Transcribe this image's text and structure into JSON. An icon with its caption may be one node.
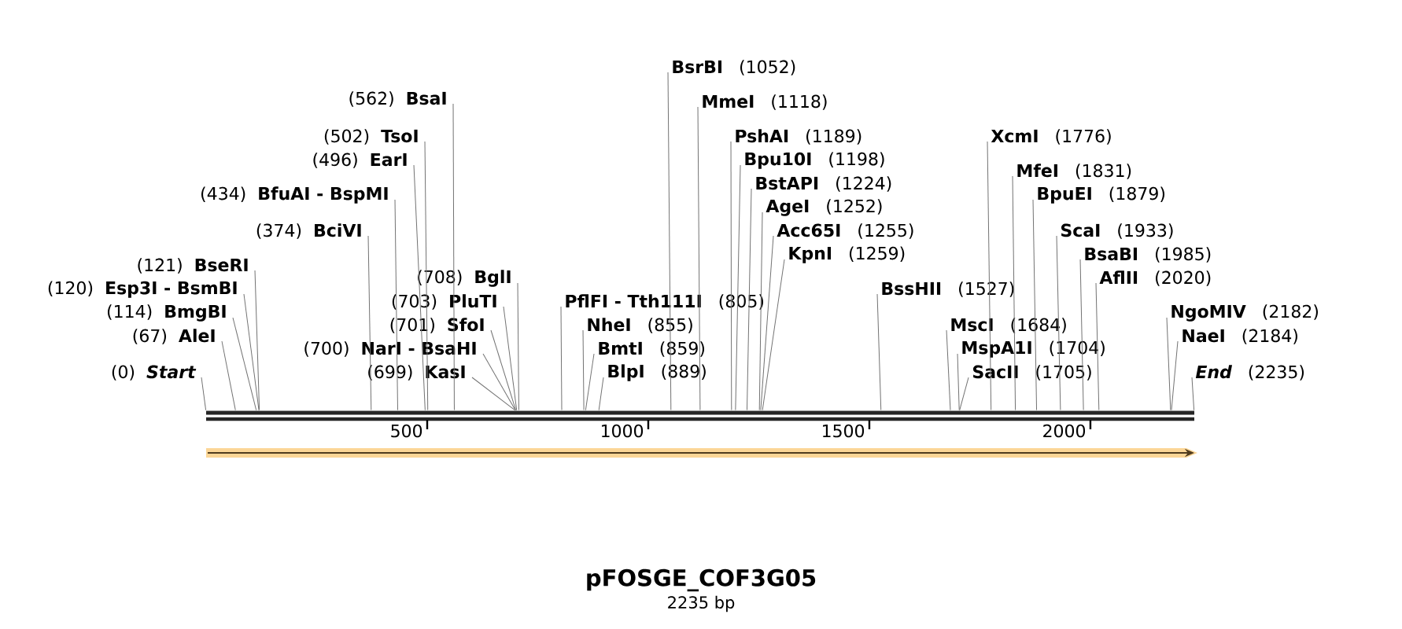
{
  "diagram": {
    "title": "pFOSGE_COF3G05",
    "caption": "2235 bp",
    "nodes": [
      {
        "text": [
          "Start"
        ],
        "beside": [
          "(0)"
        ]
      },
      {
        "text": [
          "AleI"
        ],
        "beside": [
          "(67)"
        ]
      },
      {
        "text": [
          "BmgBI"
        ],
        "beside": [
          "(114)"
        ]
      },
      {
        "text": [
          "Esp3I - BsmBI"
        ],
        "beside": [
          "(120)"
        ]
      },
      {
        "text": [
          "BseRI"
        ],
        "beside": [
          "(121)"
        ]
      },
      {
        "text": [
          "BciVI"
        ],
        "beside": [
          "(374)"
        ]
      },
      {
        "text": [
          "BfuAI - BspMI"
        ],
        "beside": [
          "(434)"
        ]
      },
      {
        "text": [
          "EarI"
        ],
        "beside": [
          "(496)"
        ]
      },
      {
        "text": [
          "TsoI"
        ],
        "beside": [
          "(502)"
        ]
      },
      {
        "text": [
          "BsaI"
        ],
        "beside": [
          "(562)"
        ]
      },
      {
        "text": [
          "KasI"
        ],
        "beside": [
          "(699)"
        ]
      },
      {
        "text": [
          "NarI - BsaHI"
        ],
        "beside": [
          "(700)"
        ]
      },
      {
        "text": [
          "SfoI"
        ],
        "beside": [
          "(701)"
        ]
      },
      {
        "text": [
          "PluTI"
        ],
        "beside": [
          "(703)"
        ]
      },
      {
        "text": [
          "BglI"
        ],
        "beside": [
          "(708)"
        ]
      },
      {
        "text": [
          "PflFI - Tth111I"
        ],
        "beside": [
          "(805)"
        ]
      },
      {
        "text": [
          "NheI"
        ],
        "beside": [
          "(855)"
        ]
      },
      {
        "text": [
          "BmtI"
        ],
        "beside": [
          "(859)"
        ]
      },
      {
        "text": [
          "BlpI"
        ],
        "beside": [
          "(889)"
        ]
      },
      {
        "text": [
          "BsrBI"
        ],
        "beside": [
          "(1052)"
        ]
      },
      {
        "text": [
          "MmeI"
        ],
        "beside": [
          "(1118)"
        ]
      },
      {
        "text": [
          "PshAI"
        ],
        "beside": [
          "(1189)"
        ]
      },
      {
        "text": [
          "Bpu10I"
        ],
        "beside": [
          "(1198)"
        ]
      },
      {
        "text": [
          "BstAPI"
        ],
        "beside": [
          "(1224)"
        ]
      },
      {
        "text": [
          "AgeI"
        ],
        "beside": [
          "(1252)"
        ]
      },
      {
        "text": [
          "Acc65I"
        ],
        "beside": [
          "(1255)"
        ]
      },
      {
        "text": [
          "KpnI"
        ],
        "beside": [
          "(1259)"
        ]
      },
      {
        "text": [
          "BssHII"
        ],
        "beside": [
          "(1527)"
        ]
      },
      {
        "text": [
          "MscI"
        ],
        "beside": [
          "(1684)"
        ]
      },
      {
        "text": [
          "MspA1I"
        ],
        "beside": [
          "(1704)"
        ]
      },
      {
        "text": [
          "SacII"
        ],
        "beside": [
          "(1705)"
        ]
      },
      {
        "text": [
          "XcmI"
        ],
        "beside": [
          "(1776)"
        ]
      },
      {
        "text": [
          "MfeI"
        ],
        "beside": [
          "(1831)"
        ]
      },
      {
        "text": [
          "BpuEI"
        ],
        "beside": [
          "(1879)"
        ]
      },
      {
        "text": [
          "ScaI"
        ],
        "beside": [
          "(1933)"
        ]
      },
      {
        "text": [
          "BsaBI"
        ],
        "beside": [
          "(1985)"
        ]
      },
      {
        "text": [
          "AflII"
        ],
        "beside": [
          "(2020)"
        ]
      },
      {
        "text": [
          "NgoMIV"
        ],
        "beside": [
          "(2182)"
        ]
      },
      {
        "text": [
          "NaeI"
        ],
        "beside": [
          "(2184)"
        ]
      },
      {
        "text": [
          "End"
        ],
        "beside": [
          "(2235)"
        ]
      },
      {
        "text": [],
        "shape": "bar"
      }
    ],
    "edges": [
      {
        "from": 0,
        "to": 40,
        "arrow": "none"
      },
      {
        "from": 1,
        "to": 40,
        "arrow": "none"
      },
      {
        "from": 2,
        "to": 40,
        "arrow": "none"
      },
      {
        "from": 3,
        "to": 40,
        "arrow": "none"
      },
      {
        "from": 4,
        "to": 40,
        "arrow": "none"
      },
      {
        "from": 5,
        "to": 40,
        "arrow": "none"
      },
      {
        "from": 6,
        "to": 40,
        "arrow": "none"
      },
      {
        "from": 7,
        "to": 40,
        "arrow": "none"
      },
      {
        "from": 8,
        "to": 40,
        "arrow": "none"
      },
      {
        "from": 9,
        "to": 40,
        "arrow": "none"
      },
      {
        "from": 10,
        "to": 40,
        "arrow": "none"
      },
      {
        "from": 11,
        "to": 40,
        "arrow": "none"
      },
      {
        "from": 12,
        "to": 40,
        "arrow": "none"
      },
      {
        "from": 13,
        "to": 40,
        "arrow": "none"
      },
      {
        "from": 14,
        "to": 40,
        "arrow": "none"
      },
      {
        "from": 15,
        "to": 40,
        "arrow": "none"
      },
      {
        "from": 16,
        "to": 40,
        "arrow": "none"
      },
      {
        "from": 17,
        "to": 40,
        "arrow": "none"
      },
      {
        "from": 18,
        "to": 40,
        "arrow": "none"
      },
      {
        "from": 19,
        "to": 40,
        "arrow": "none"
      },
      {
        "from": 20,
        "to": 40,
        "arrow": "none"
      },
      {
        "from": 21,
        "to": 40,
        "arrow": "none"
      },
      {
        "from": 22,
        "to": 40,
        "arrow": "none"
      },
      {
        "from": 23,
        "to": 40,
        "arrow": "none"
      },
      {
        "from": 24,
        "to": 40,
        "arrow": "none"
      },
      {
        "from": 25,
        "to": 40,
        "arrow": "none"
      },
      {
        "from": 26,
        "to": 40,
        "arrow": "none"
      },
      {
        "from": 27,
        "to": 40,
        "arrow": "none"
      },
      {
        "from": 28,
        "to": 40,
        "arrow": "none"
      },
      {
        "from": 29,
        "to": 40,
        "arrow": "none"
      },
      {
        "from": 30,
        "to": 40,
        "arrow": "none"
      },
      {
        "from": 31,
        "to": 40,
        "arrow": "none"
      },
      {
        "from": 32,
        "to": 40,
        "arrow": "none"
      },
      {
        "from": 33,
        "to": 40,
        "arrow": "none"
      },
      {
        "from": 34,
        "to": 40,
        "arrow": "none"
      },
      {
        "from": 35,
        "to": 40,
        "arrow": "none"
      },
      {
        "from": 36,
        "to": 40,
        "arrow": "none"
      },
      {
        "from": 37,
        "to": 40,
        "arrow": "none"
      },
      {
        "from": 38,
        "to": 40,
        "arrow": "none"
      },
      {
        "from": 39,
        "to": 40,
        "arrow": "none"
      }
    ],
    "labels": [
      "500",
      "1000",
      "1500",
      "2000"
    ]
  }
}
